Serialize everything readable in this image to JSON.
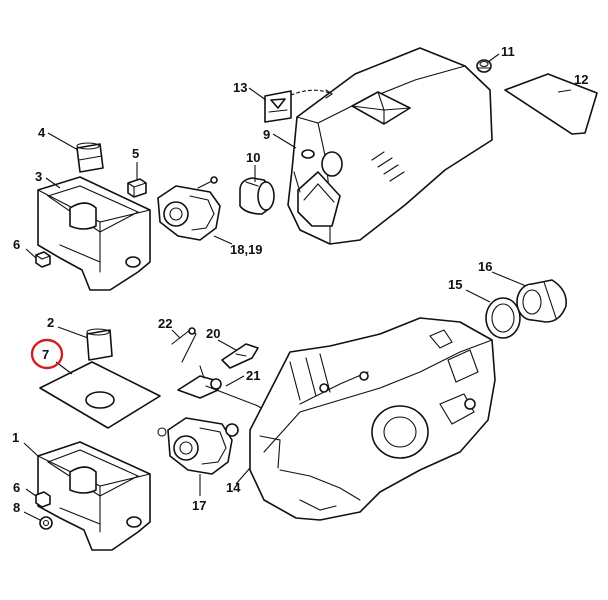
{
  "callouts": {
    "c1": "1",
    "c2": "2",
    "c3": "3",
    "c4": "4",
    "c5": "5",
    "c6a": "6",
    "c6b": "6",
    "c7": "7",
    "c8": "8",
    "c9": "9",
    "c10": "10",
    "c11": "11",
    "c12": "12",
    "c13": "13",
    "c14": "14",
    "c15": "15",
    "c16": "16",
    "c17": "17",
    "c18_19": "18,19",
    "c20": "20",
    "c21": "21",
    "c22": "22"
  },
  "colors": {
    "line": "#111111",
    "background": "#ffffff",
    "highlight_circle": "#d21e1e"
  }
}
